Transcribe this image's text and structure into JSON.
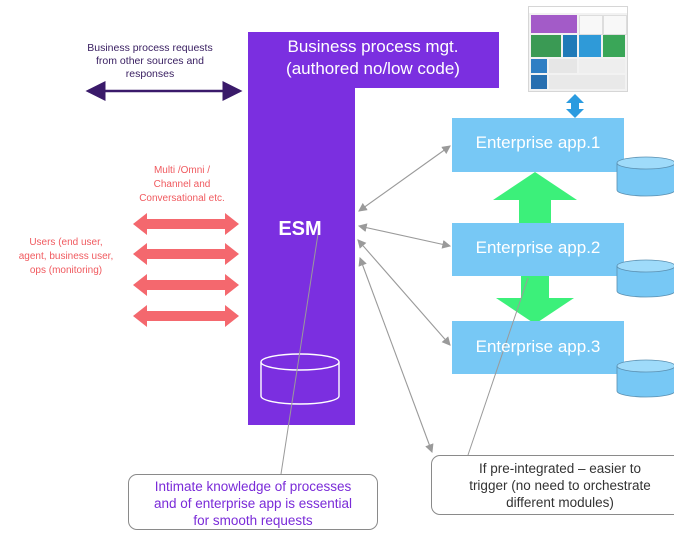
{
  "bpm": {
    "title_line1": "Business process mgt.",
    "title_line2": "(authored no/low code)"
  },
  "esm": {
    "label": "ESM"
  },
  "apps": [
    {
      "label": "Enterprise app.1"
    },
    {
      "label": "Enterprise app.2"
    },
    {
      "label": "Enterprise app.3"
    }
  ],
  "notes": {
    "business_requests": [
      "Business process requests",
      "from other sources and",
      "responses"
    ],
    "channels": [
      "Multi /Omni /",
      "Channel and",
      "Conversational etc."
    ],
    "users": [
      "Users (end user,",
      "agent, business user,",
      "ops (monitoring)"
    ]
  },
  "callouts": {
    "knowledge": [
      "Intimate knowledge of processes",
      "and of enterprise app is essential",
      "for smooth requests"
    ],
    "pre_integrated": [
      "If pre-integrated – easier to",
      "trigger (no need to orchestrate",
      "different modules)"
    ]
  },
  "colors": {
    "purple": "#7b2fe0",
    "app_blue": "#77c8f5",
    "db_blue": "#77c8f5",
    "coral": "#f4686e",
    "green": "#3cf07a",
    "dark_purple": "#3a1a6a",
    "connector_gray": "#9a9a9a"
  },
  "icons": [
    "dashboard-thumbnail",
    "database-icon"
  ]
}
